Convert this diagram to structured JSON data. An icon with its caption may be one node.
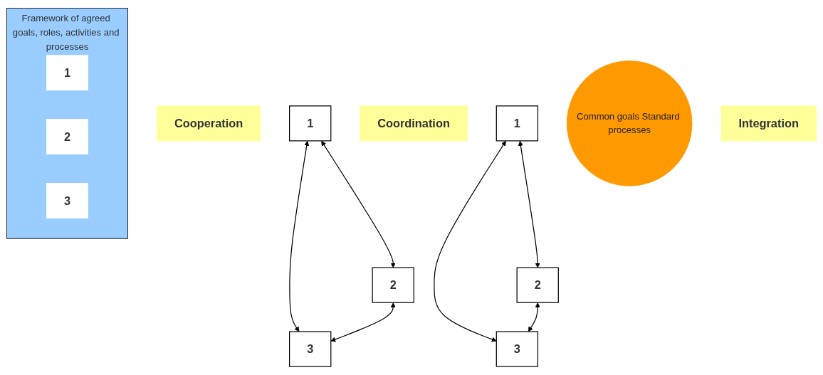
{
  "diagram": {
    "nodes": [
      {
        "text": [
          "Cooperation"
        ]
      },
      {
        "text": [
          "1"
        ]
      },
      {
        "text": [
          "2"
        ]
      },
      {
        "text": [
          "3"
        ]
      },
      {
        "text": [
          "Coordination"
        ]
      },
      {
        "text": [
          "1"
        ]
      },
      {
        "text": [
          "2"
        ]
      },
      {
        "text": [
          "Common goals Standard processes"
        ]
      },
      {
        "text": [
          "3"
        ]
      },
      {
        "text": [
          "Integration"
        ]
      },
      {
        "text": [
          "Framework of agreed goals, roles, activities and processes"
        ]
      },
      {
        "text": [
          "1"
        ],
        "in": 10
      },
      {
        "text": [
          "2"
        ],
        "in": 10
      },
      {
        "text": [
          "3"
        ],
        "in": 10
      }
    ],
    "edges": [
      {
        "from": 1,
        "to": 2,
        "arrow": "both"
      },
      {
        "from": 1,
        "to": 3,
        "arrow": "both"
      },
      {
        "from": 2,
        "to": 3,
        "arrow": "both"
      },
      {
        "from": 5,
        "to": 6,
        "arrow": "both"
      },
      {
        "from": 5,
        "to": 8,
        "arrow": "both"
      },
      {
        "from": 6,
        "to": 8,
        "arrow": "both"
      }
    ]
  }
}
